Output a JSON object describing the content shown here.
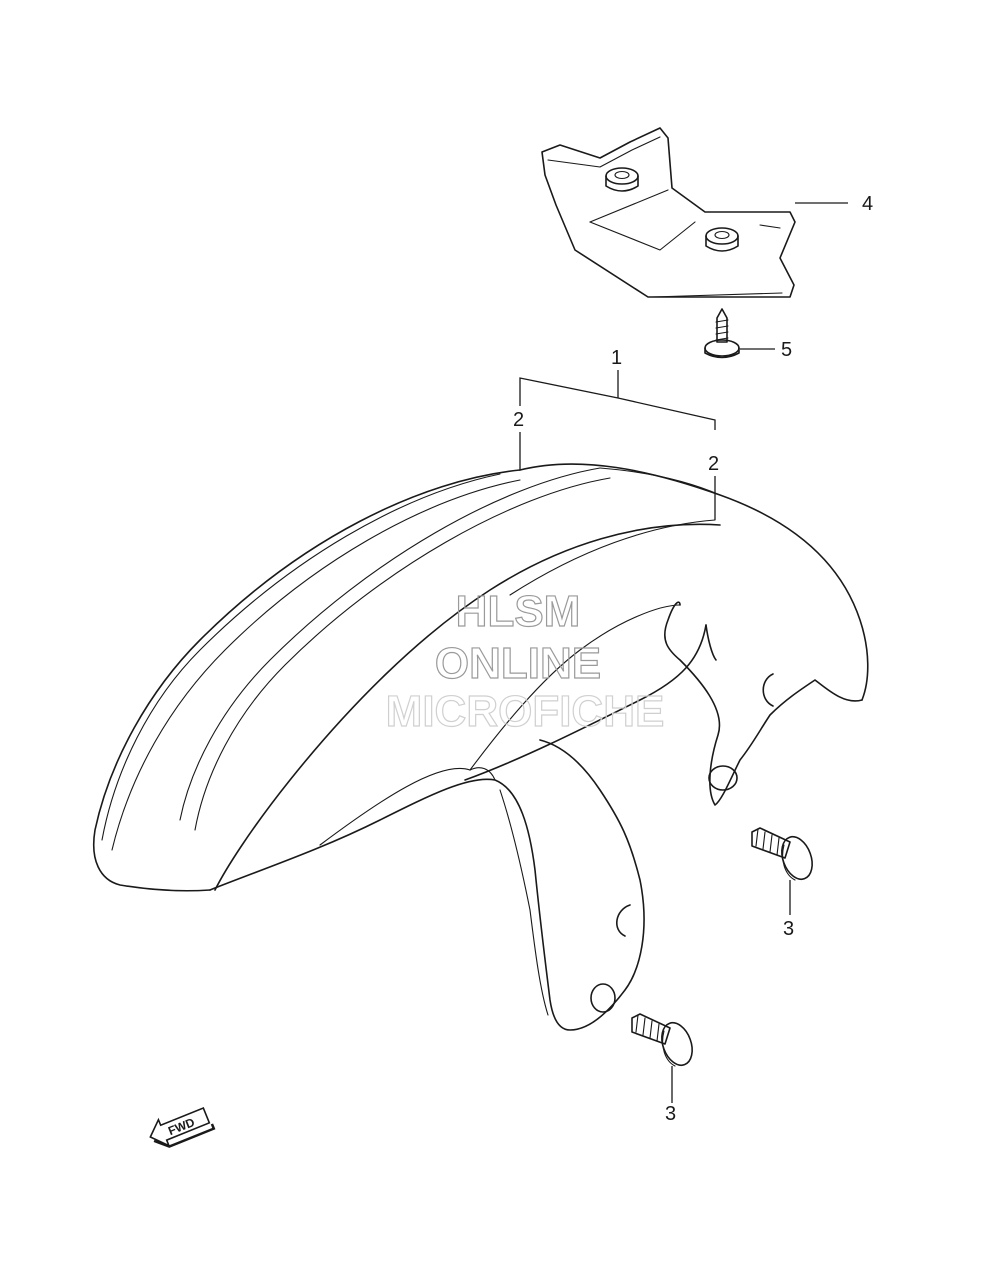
{
  "callouts": {
    "c1": "1",
    "c2a": "2",
    "c2b": "2",
    "c3a": "3",
    "c3b": "3",
    "c4": "4",
    "c5": "5"
  },
  "watermark": {
    "line1": "HLSM",
    "line2": "ONLINE",
    "line3": "MICROFICHE"
  },
  "direction_arrow": {
    "label": "FWD",
    "icon": "forward-arrow-icon"
  }
}
